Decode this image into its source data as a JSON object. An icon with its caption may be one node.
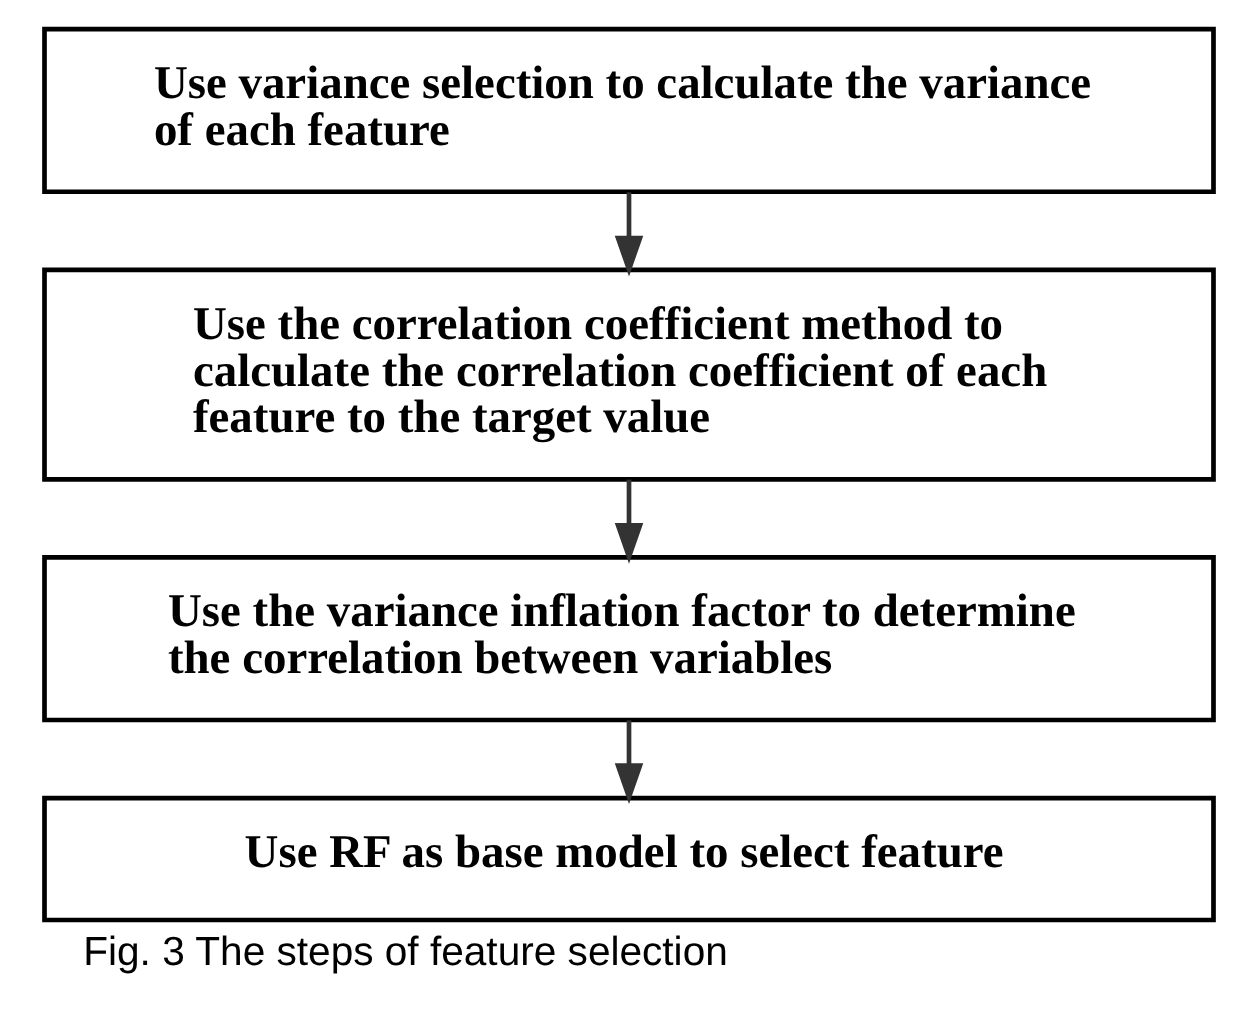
{
  "diagram": {
    "caption": "Fig. 3 The steps of feature selection",
    "nodes": [
      {
        "text": [
          "Use variance selection to calculate the variance of each feature"
        ]
      },
      {
        "text": [
          "Use the correlation coefficient method to calculate the correlation coefficient of each feature to the target value"
        ]
      },
      {
        "text": [
          "Use the variance inflation factor to determine the correlation between variables"
        ]
      },
      {
        "text": [
          "Use RF as base model to select feature"
        ]
      }
    ],
    "edges": [
      {
        "from": 0,
        "to": 1,
        "arrow": "to"
      },
      {
        "from": 1,
        "to": 2,
        "arrow": "to"
      },
      {
        "from": 2,
        "to": 3,
        "arrow": "to"
      }
    ]
  }
}
